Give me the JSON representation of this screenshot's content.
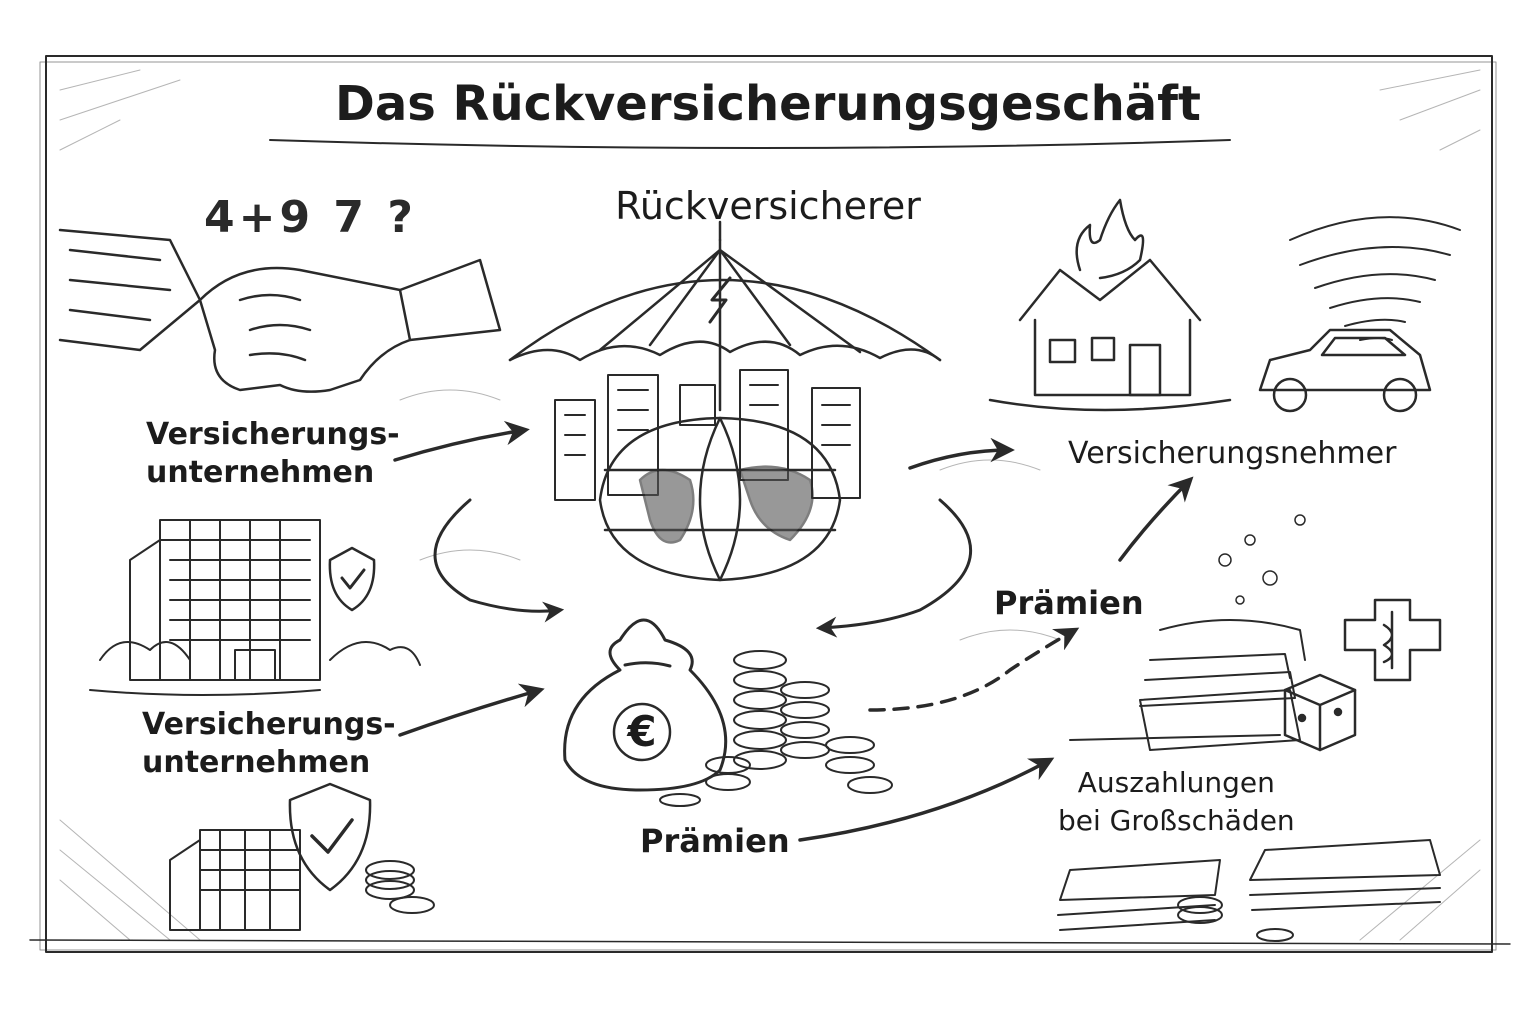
{
  "title": "Das Rückversicherungsgeschäft",
  "nodes": {
    "reinsurer": "Rückversicherer",
    "insurer_top": [
      "Versicherungs-",
      "unternehmen"
    ],
    "insurer_bottom": [
      "Versicherungs-",
      "unternehmen"
    ],
    "policyholder": "Versicherungsnehmer"
  },
  "flows": {
    "premiums_right": "Prämien",
    "premiums_bottom": "Prämien",
    "payouts": [
      "Auszahlungen",
      "bei Großschäden"
    ]
  },
  "scribbles": {
    "math": "4+9 7 ?"
  },
  "symbols": {
    "money_bag": "€"
  },
  "icons": [
    "handshake-icon",
    "umbrella-icon",
    "globe-icon",
    "city-icon",
    "office-building-icon",
    "shield-check-icon",
    "money-bag-icon",
    "coin-stack-icon",
    "burning-house-icon",
    "tornado-icon",
    "car-icon",
    "document-stack-icon",
    "dice-icon",
    "medical-cross-icon",
    "cash-bundle-icon"
  ],
  "colors": {
    "ink": "#1c1c1c",
    "paper": "#ffffff"
  }
}
